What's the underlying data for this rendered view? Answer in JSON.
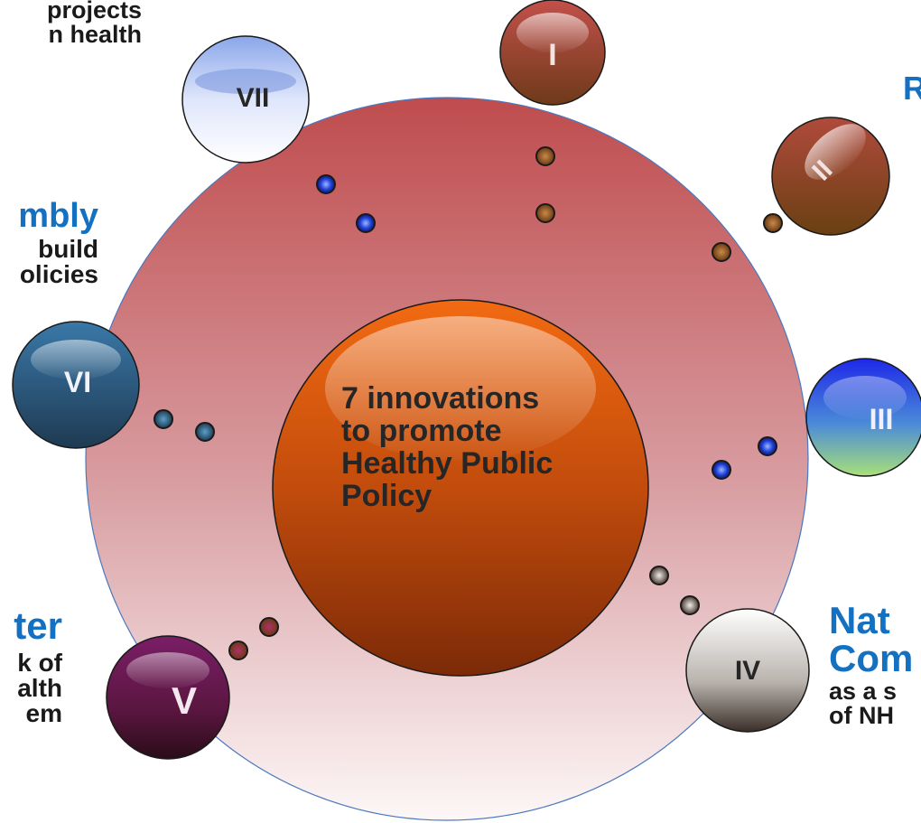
{
  "center": {
    "text": [
      "7 innovations",
      "to promote",
      "Healthy Public",
      "Policy"
    ]
  },
  "items": [
    {
      "numeral": "I"
    },
    {
      "numeral": "II"
    },
    {
      "numeral": "III"
    },
    {
      "numeral": "IV"
    },
    {
      "numeral": "V"
    },
    {
      "numeral": "VI"
    },
    {
      "numeral": "VII"
    }
  ],
  "side_labels": {
    "top_left_l1": "projects",
    "top_left_l2": "n health",
    "top_right": "R",
    "left_title": "mbly",
    "left_l1": "build",
    "left_l2": "olicies",
    "right_title_l1": "Nat",
    "right_title_l2": "Com",
    "right_l1": "as a s",
    "right_l2": "of NH",
    "bottom_left_title": "ter",
    "bottom_left_l1": "k of",
    "bottom_left_l2": "alth",
    "bottom_left_l3": "em"
  },
  "colors": {
    "item_I": "#b04a46",
    "item_II": "#a44a3c",
    "item_III": "#2a3fd8",
    "item_IV": "#9a948e",
    "item_V": "#6e1a58",
    "item_VI": "#2f5a7a",
    "item_VII": "#c8ccf2",
    "center": "#e2651c",
    "text_blue": "#1470c0"
  }
}
